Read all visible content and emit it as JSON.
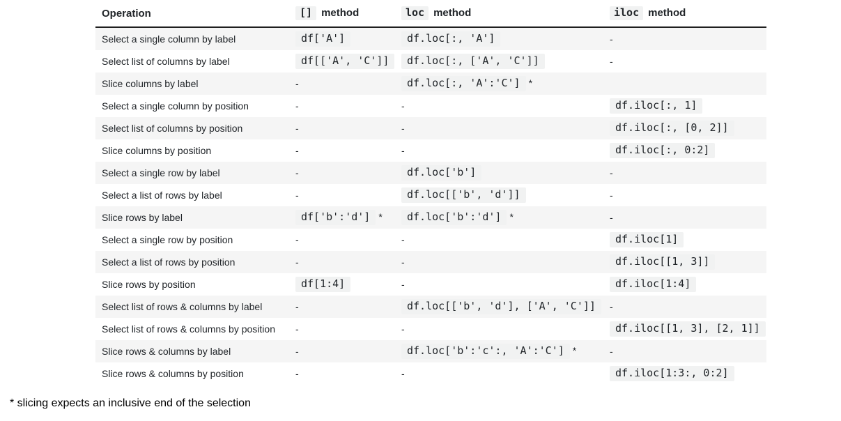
{
  "colors": {
    "stripe": "#f5f5f5",
    "chip": "#f1f2f2",
    "header_border": "#1f1f1f",
    "text": "#212529"
  },
  "table": {
    "operation_header": "Operation",
    "method_headers": [
      {
        "code": "[]",
        "label": "method"
      },
      {
        "code": "loc",
        "label": "method"
      },
      {
        "code": "iloc",
        "label": "method"
      }
    ],
    "rows": [
      {
        "operation": "Select a single column by label",
        "bracket": {
          "code": "df['A']"
        },
        "loc": {
          "code": "df.loc[:, 'A']"
        },
        "iloc": {
          "dash": "-"
        }
      },
      {
        "operation": "Select list of columns by label",
        "bracket": {
          "code": "df[['A', 'C']]"
        },
        "loc": {
          "code": "df.loc[:, ['A', 'C']]"
        },
        "iloc": {
          "dash": "-"
        }
      },
      {
        "operation": "Slice columns by label",
        "bracket": {
          "dash": "-"
        },
        "loc": {
          "code": "df.loc[:, 'A':'C']",
          "star": "*"
        },
        "iloc": null
      },
      {
        "operation": "Select a single column by position",
        "bracket": {
          "dash": "-"
        },
        "loc": {
          "dash": "-"
        },
        "iloc": {
          "code": "df.iloc[:, 1]"
        }
      },
      {
        "operation": "Select list of columns by position",
        "bracket": {
          "dash": "-"
        },
        "loc": {
          "dash": "-"
        },
        "iloc": {
          "code": "df.iloc[:, [0, 2]]"
        }
      },
      {
        "operation": "Slice columns by position",
        "bracket": {
          "dash": "-"
        },
        "loc": {
          "dash": "-"
        },
        "iloc": {
          "code": "df.iloc[:, 0:2]"
        }
      },
      {
        "operation": "Select a single row by label",
        "bracket": {
          "dash": "-"
        },
        "loc": {
          "code": "df.loc['b']"
        },
        "iloc": {
          "dash": "-"
        }
      },
      {
        "operation": "Select a list of rows by label",
        "bracket": {
          "dash": "-"
        },
        "loc": {
          "code": "df.loc[['b', 'd']]"
        },
        "iloc": {
          "dash": "-"
        }
      },
      {
        "operation": "Slice rows by label",
        "bracket": {
          "code": "df['b':'d']",
          "star": "*"
        },
        "loc": {
          "code": "df.loc['b':'d']",
          "star": "*"
        },
        "iloc": {
          "dash": "-"
        }
      },
      {
        "operation": "Select a single row by position",
        "bracket": {
          "dash": "-"
        },
        "loc": {
          "dash": "-"
        },
        "iloc": {
          "code": "df.iloc[1]"
        }
      },
      {
        "operation": "Select a list of rows by position",
        "bracket": {
          "dash": "-"
        },
        "loc": {
          "dash": "-"
        },
        "iloc": {
          "code": "df.iloc[[1, 3]]"
        }
      },
      {
        "operation": "Slice rows by position",
        "bracket": {
          "code": "df[1:4]"
        },
        "loc": {
          "dash": "-"
        },
        "iloc": {
          "code": "df.iloc[1:4]"
        }
      },
      {
        "operation": "Select list of rows & columns by label",
        "bracket": {
          "dash": "-"
        },
        "loc": {
          "code": "df.loc[['b', 'd'], ['A', 'C']]"
        },
        "iloc": {
          "dash": "-"
        }
      },
      {
        "operation": "Select list of rows & columns by position",
        "bracket": {
          "dash": "-"
        },
        "loc": {
          "dash": "-"
        },
        "iloc": {
          "code": "df.iloc[[1, 3], [2, 1]]"
        }
      },
      {
        "operation": "Slice rows & columns by label",
        "bracket": {
          "dash": "-"
        },
        "loc": {
          "code": "df.loc['b':'c':, 'A':'C']",
          "star": "*"
        },
        "iloc": {
          "dash": "-"
        }
      },
      {
        "operation": "Slice rows & columns by position",
        "bracket": {
          "dash": "-"
        },
        "loc": {
          "dash": "-"
        },
        "iloc": {
          "code": "df.iloc[1:3:, 0:2]"
        }
      }
    ]
  },
  "footnote": "* slicing expects an inclusive end of the selection"
}
